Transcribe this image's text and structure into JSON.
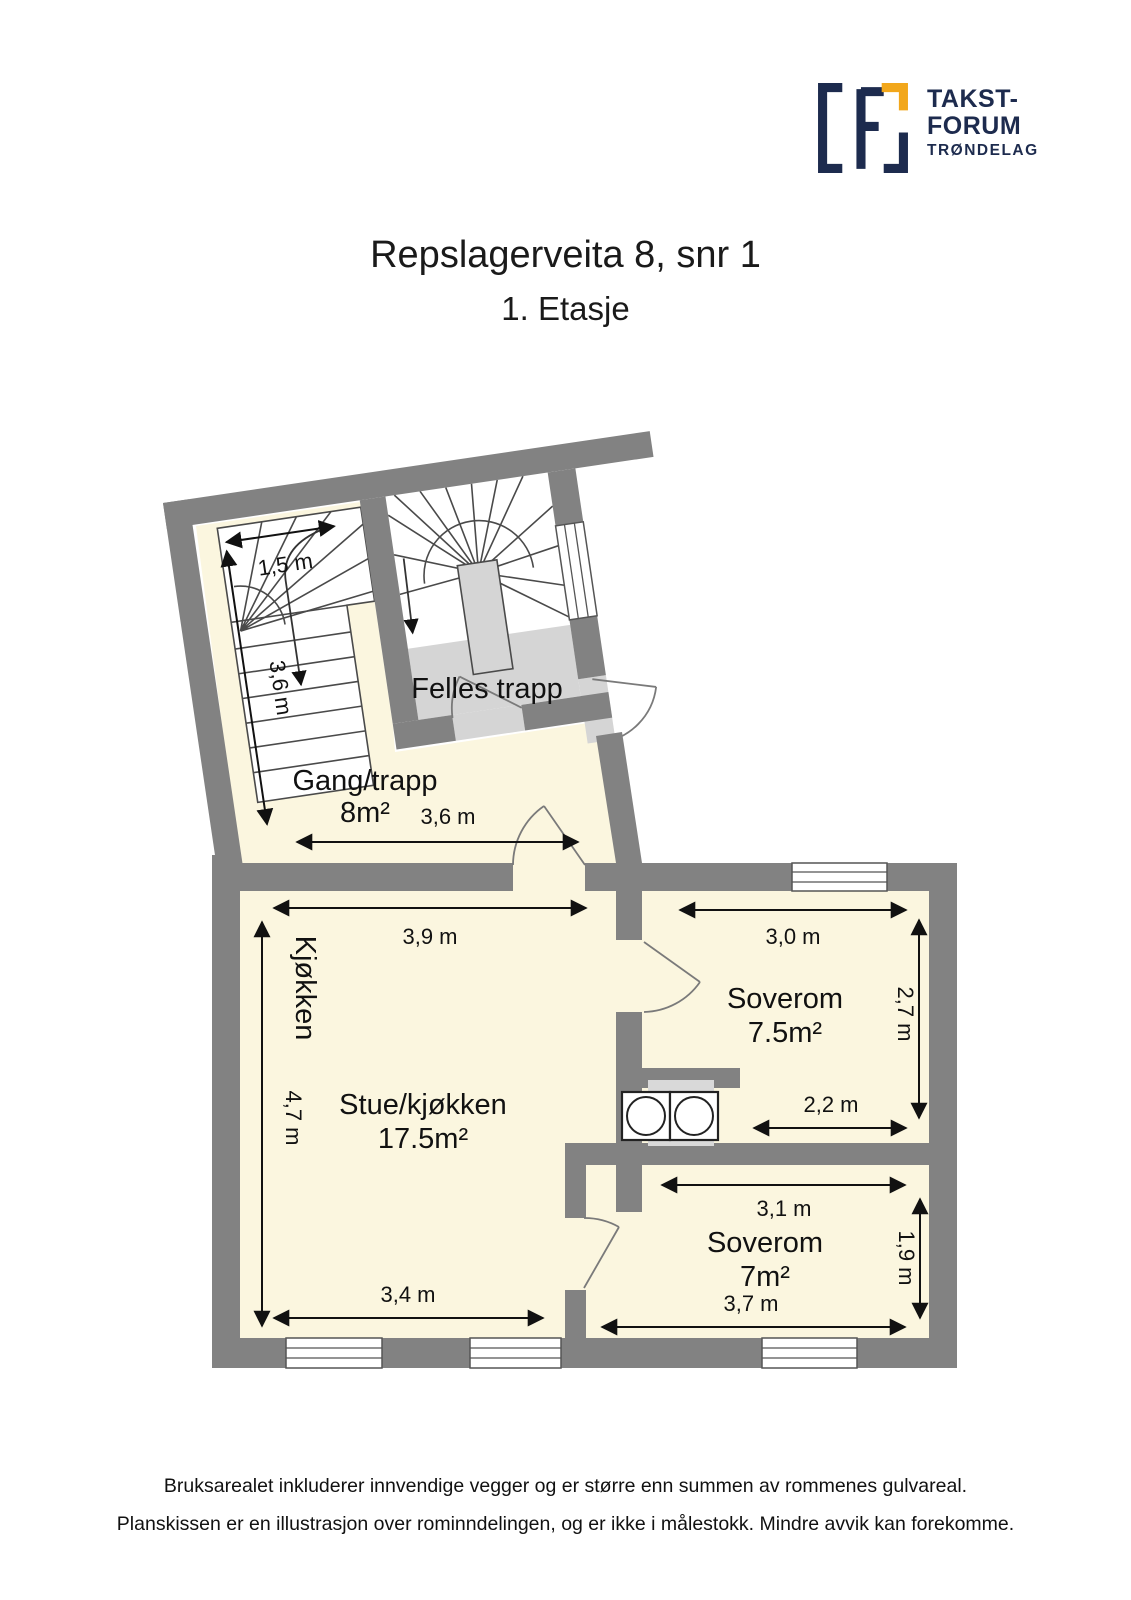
{
  "logo": {
    "brand_line1": "TAKST-",
    "brand_line2": "FORUM",
    "brand_line3": "TRØNDELAG",
    "navy": "#1d2b4e",
    "yellow": "#f2a71b"
  },
  "header": {
    "title": "Repslagerveita 8, snr 1",
    "subtitle": "1. Etasje"
  },
  "plan": {
    "rooms": {
      "gang": {
        "label": "Gang/trapp",
        "area": "8m²"
      },
      "felles_trapp": {
        "label": "Felles trapp"
      },
      "stue": {
        "label": "Stue/kjøkken",
        "area": "17.5m²"
      },
      "kjokken": {
        "label": "Kjøkken"
      },
      "soverom1": {
        "label": "Soverom",
        "area": "7.5m²"
      },
      "soverom2": {
        "label": "Soverom",
        "area": "7m²"
      }
    },
    "dimensions": {
      "stair_width": "1,5 m",
      "stair_length": "3,6 m",
      "gang_width": "3,6 m",
      "stue_width_top": "3,9 m",
      "stue_height": "4,7 m",
      "stue_width_bottom": "3,4 m",
      "soverom1_width_top": "3,0 m",
      "soverom1_height": "2,7 m",
      "soverom1_width_bottom": "2,2 m",
      "soverom2_width_top": "3,1 m",
      "soverom2_height": "1,9 m",
      "soverom2_width_bottom": "3,7 m"
    },
    "colors": {
      "wall": "#828282",
      "floor": "#fbf6df",
      "stair_landing": "#d5d5d5",
      "dimension_line": "#111111"
    }
  },
  "footer": {
    "line1": "Bruksarealet inkluderer innvendige vegger og er større enn summen av rommenes gulvareal.",
    "line2": "Planskissen er en illustrasjon over rominndelingen, og er ikke i målestokk. Mindre avvik kan forekomme."
  }
}
